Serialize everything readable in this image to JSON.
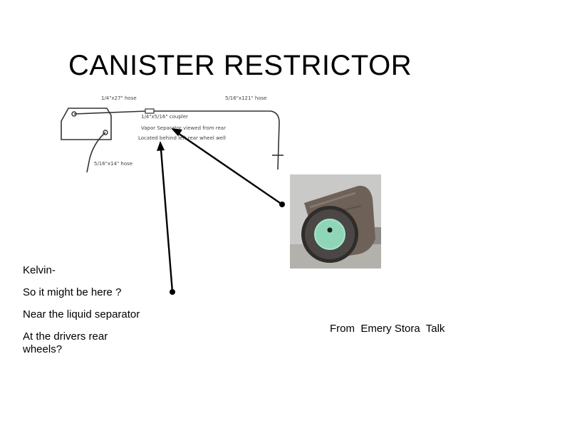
{
  "slide": {
    "title": "CANISTER RESTRICTOR"
  },
  "diagram": {
    "labels": {
      "hose_top_left": "1/4\"x27\" hose",
      "hose_top_right": "5/16\"x121\" hose",
      "coupler": "1/4\"x5/16\" coupler",
      "separator_line1": "Vapor Separator viewed from rear",
      "separator_line2": "Located behind left rear wheel well",
      "hose_bottom": "5/16\"x14\" hose"
    }
  },
  "notes": {
    "line1": "Kelvin-",
    "line2": "So it might be here ?",
    "line3": "Near the liquid separator",
    "line4": "At the drivers rear wheels?"
  },
  "credit": "From  Emery Stora  Talk",
  "colors": {
    "background": "#ffffff",
    "text": "#000000",
    "restrictor_insert": "#8fd6b8"
  }
}
